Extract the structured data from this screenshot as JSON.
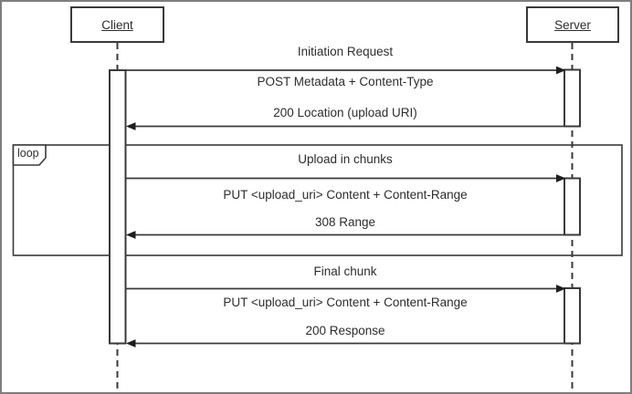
{
  "diagram": {
    "type": "uml-sequence-diagram",
    "actors": {
      "client": "Client",
      "server": "Server"
    },
    "fragment": {
      "operator": "loop"
    },
    "sections": [
      {
        "title": "Initiation Request",
        "request": "POST Metadata + Content-Type",
        "response": "200 Location (upload URI)"
      },
      {
        "title": "Upload in chunks",
        "request": "PUT <upload_uri> Content + Content-Range",
        "response": "308 Range"
      },
      {
        "title": "Final chunk",
        "request": "PUT <upload_uri> Content + Content-Range",
        "response": "200 Response"
      }
    ],
    "colors": {
      "line": "#3a3a3a",
      "text": "#2d2d2d",
      "background": "#ffffff",
      "outer_border": "#7e7e7e"
    }
  }
}
